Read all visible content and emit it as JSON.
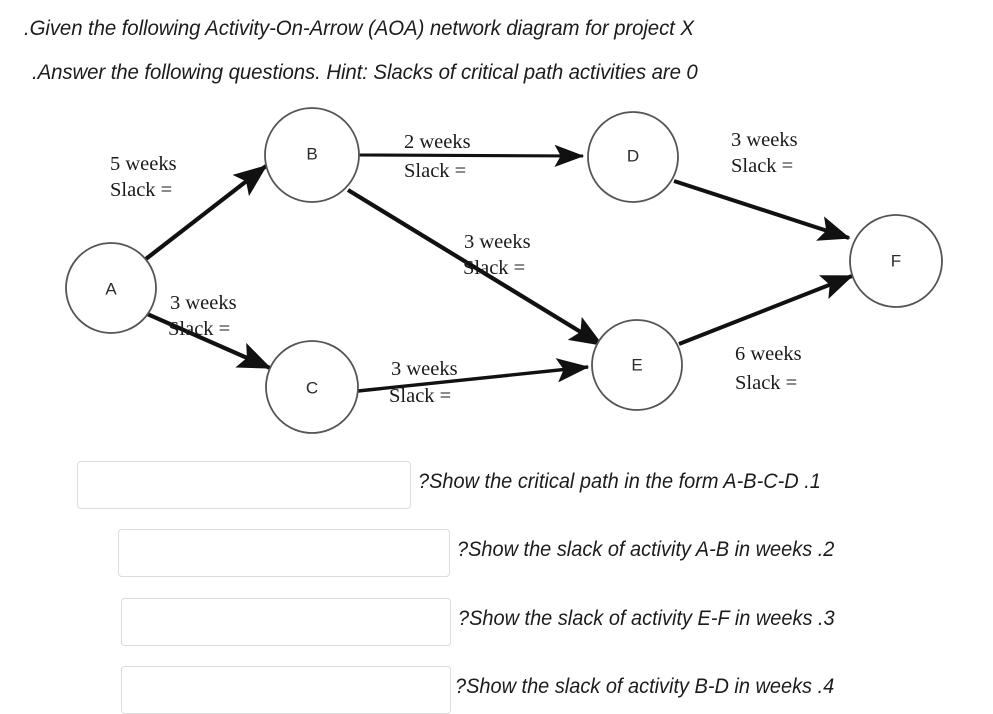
{
  "prompt": {
    "line1": ".Given the following Activity-On-Arrow (AOA) network diagram for project X",
    "line2": ".Answer the following questions. Hint: Slacks of critical path activities are 0"
  },
  "diagram": {
    "title": "Activity-On-Arrow network diagram",
    "nodes": [
      {
        "id": "A",
        "label": "A"
      },
      {
        "id": "B",
        "label": "B"
      },
      {
        "id": "C",
        "label": "C"
      },
      {
        "id": "D",
        "label": "D"
      },
      {
        "id": "E",
        "label": "E"
      },
      {
        "id": "F",
        "label": "F"
      }
    ],
    "edges": [
      {
        "id": "A-B",
        "from": "A",
        "to": "B",
        "duration": "5 weeks",
        "slack": "Slack ="
      },
      {
        "id": "A-C",
        "from": "A",
        "to": "C",
        "duration": "3 weeks",
        "slack": "Slack ="
      },
      {
        "id": "B-D",
        "from": "B",
        "to": "D",
        "duration": "2 weeks",
        "slack": "Slack ="
      },
      {
        "id": "B-E",
        "from": "B",
        "to": "E",
        "duration": "3 weeks",
        "slack": "Slack ="
      },
      {
        "id": "C-E",
        "from": "C",
        "to": "E",
        "duration": "3 weeks",
        "slack": "Slack ="
      },
      {
        "id": "D-F",
        "from": "D",
        "to": "F",
        "duration": "3 weeks",
        "slack": "Slack ="
      },
      {
        "id": "E-F",
        "from": "E",
        "to": "F",
        "duration": "6 weeks",
        "slack": "Slack ="
      }
    ]
  },
  "questions": [
    {
      "number": "1",
      "text": "?Show the critical path in the form A-B-C-D .1",
      "answer": ""
    },
    {
      "number": "2",
      "text": "?Show the slack of activity A-B in weeks .2",
      "answer": ""
    },
    {
      "number": "3",
      "text": "?Show the slack of activity E-F in weeks .3",
      "answer": ""
    },
    {
      "number": "4",
      "text": "?Show the slack of activity B-D in weeks .4",
      "answer": ""
    }
  ],
  "colors": {
    "page_background": "#ffffff",
    "text": "#1c1c1c",
    "node_stroke": "#555555",
    "edge_stroke": "#111111",
    "input_border": "#dcdcdc"
  }
}
